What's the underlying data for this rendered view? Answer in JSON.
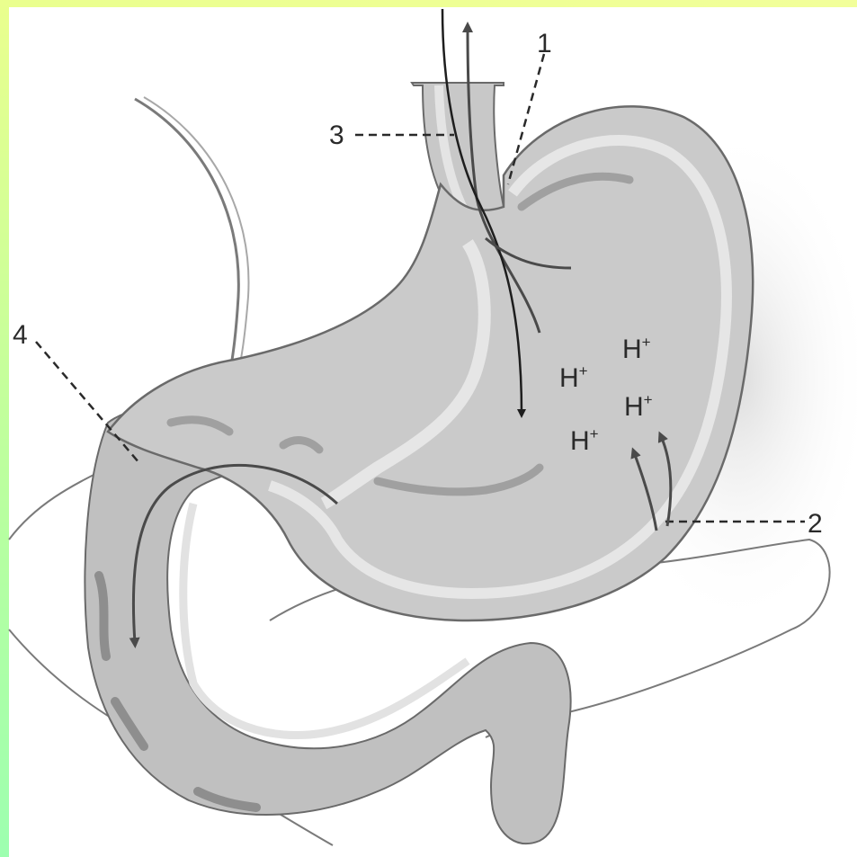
{
  "labels": {
    "l1": "1",
    "l2": "2",
    "l3": "3",
    "l4": "4"
  },
  "ions": [
    {
      "base": "H",
      "sup": "+"
    },
    {
      "base": "H",
      "sup": "+"
    },
    {
      "base": "H",
      "sup": "+"
    },
    {
      "base": "H",
      "sup": "+"
    }
  ],
  "colors": {
    "frame": "#eaff8e",
    "tissue": "#c8c8c8",
    "tissue_dark": "#9a9a9a",
    "wall_light": "#e4e4e4",
    "outline": "#6a6a6a",
    "arrow": "#4a4a4a",
    "arrow_dark": "#1e1e1e"
  }
}
